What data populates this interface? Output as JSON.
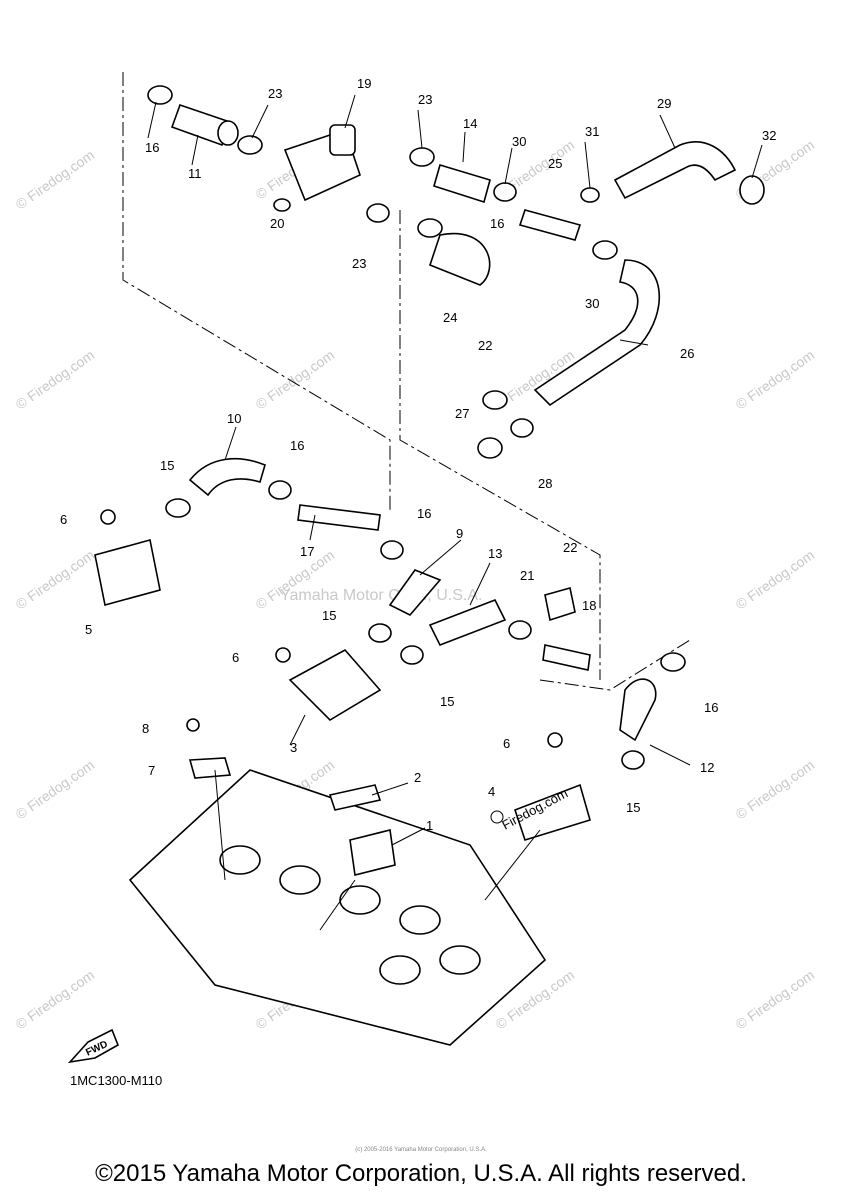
{
  "watermark": "© Firedog.com",
  "center_watermark": "Yamaha Motor Corp., U.S.A.",
  "firedog_label": "Firedog.com",
  "fwd_label": "FWD",
  "diagram_code": "1MC1300-M110",
  "tiny_credit": "(c) 2005-2016 Yamaha Motor Corporation, U.S.A.",
  "copyright": "©2015 Yamaha Motor Corporation, U.S.A. All rights reserved.",
  "callouts": [
    "16",
    "11",
    "23",
    "19",
    "20",
    "23",
    "23",
    "14",
    "30",
    "31",
    "25",
    "29",
    "32",
    "16",
    "24",
    "30",
    "26",
    "22",
    "27",
    "28",
    "10",
    "16",
    "15",
    "6",
    "5",
    "17",
    "16",
    "9",
    "13",
    "21",
    "22",
    "18",
    "15",
    "6",
    "3",
    "15",
    "16",
    "12",
    "8",
    "7",
    "2",
    "1",
    "6",
    "4",
    "15"
  ]
}
